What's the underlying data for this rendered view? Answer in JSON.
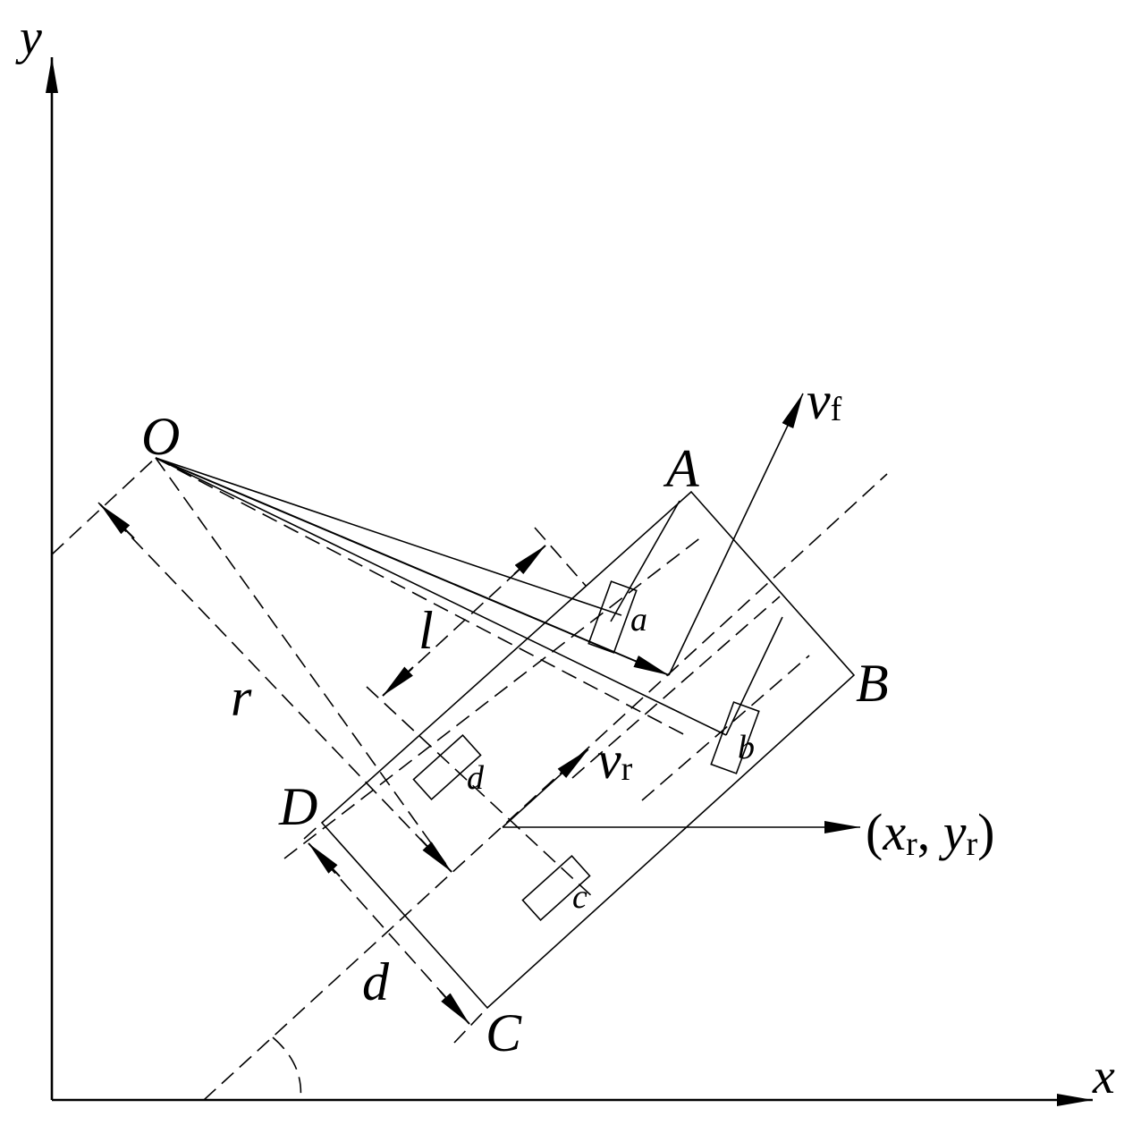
{
  "diagram": {
    "labels": {
      "y_axis": "y",
      "x_axis": "x",
      "O": "O",
      "A": "A",
      "B": "B",
      "C": "C",
      "D": "D",
      "a": "a",
      "b": "b",
      "c": "c",
      "d_wheel": "d",
      "d_dim": "d",
      "l": "l",
      "r": "r",
      "v": "v",
      "vf_sub": "f",
      "vr_sub": "r",
      "coord_open": "(",
      "coord_x": "x",
      "coord_x_sub": "r",
      "coord_comma": ", ",
      "coord_y": "y",
      "coord_y_sub": "r",
      "coord_close": ")"
    },
    "colors": {
      "ink": "#000000",
      "background": "#ffffff"
    }
  }
}
